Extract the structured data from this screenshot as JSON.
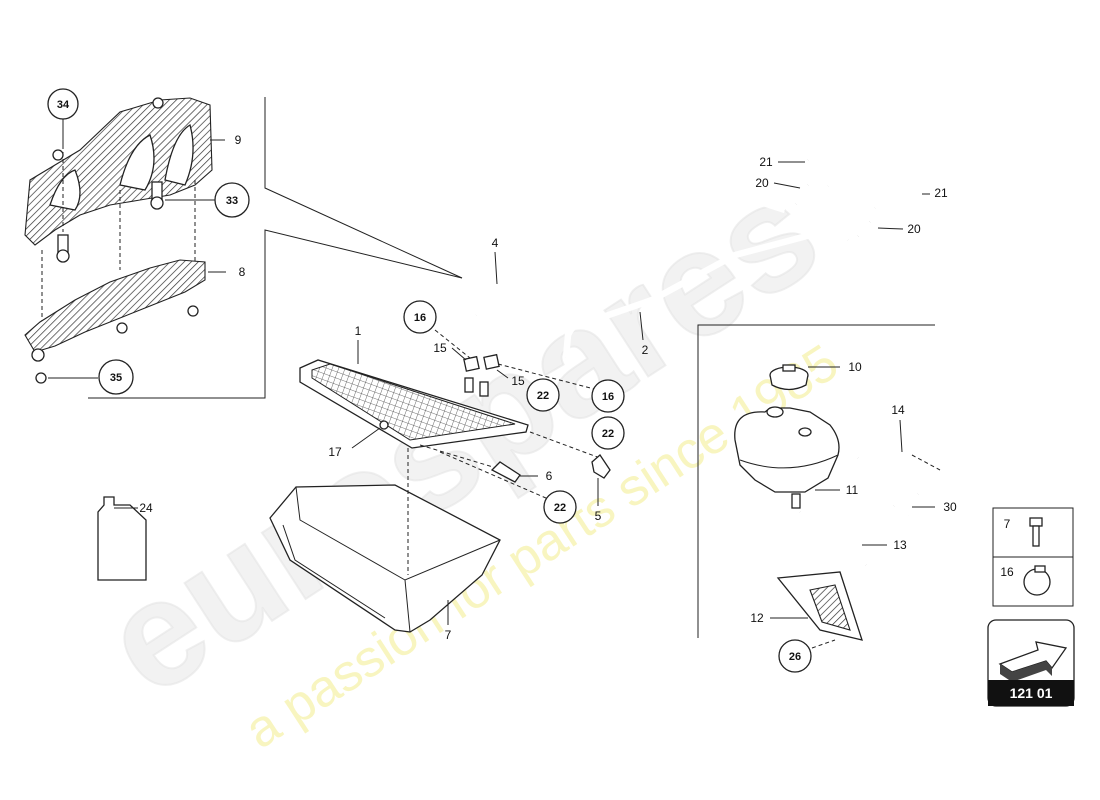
{
  "watermark": {
    "brand": "eurospares",
    "tagline": "a passion for parts since 1985"
  },
  "reference": {
    "code": "121 01",
    "icon": "arrow-icon"
  },
  "legend": {
    "items": [
      {
        "num": "7",
        "icon": "bolt-icon"
      },
      {
        "num": "16",
        "icon": "hose-clamp-icon"
      }
    ]
  },
  "callouts": {
    "c1": "1",
    "c2": "2",
    "c4": "4",
    "c5": "5",
    "c6": "6",
    "c7a": "7",
    "c8": "8",
    "c9": "9",
    "c10": "10",
    "c11": "11",
    "c12": "12",
    "c13": "13",
    "c14": "14",
    "c15a": "15",
    "c15b": "15",
    "c17": "17",
    "c20a": "20",
    "c20b": "20",
    "c21a": "21",
    "c21b": "21",
    "c24": "24",
    "c30": "30",
    "r16a": "16",
    "r16b": "16",
    "r22a": "22",
    "r22b": "22",
    "r22c": "22",
    "r26": "26",
    "r33": "33",
    "r34": "34",
    "r35": "35"
  }
}
